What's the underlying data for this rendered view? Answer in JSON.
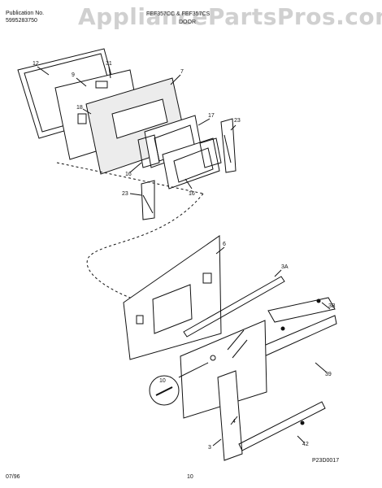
{
  "header": {
    "publication_label": "Publication No.",
    "publication_number": "5995283750",
    "model_numbers": "FEF357CC & FEF357CS",
    "section": "DOOR",
    "watermark": "AppliancePartsPros.com"
  },
  "parts": {
    "p12": "12",
    "p9": "9",
    "p31": "31",
    "p7": "7",
    "p18": "18",
    "p17": "17",
    "p23a": "23",
    "p23b": "23",
    "p16a": "16",
    "p16b": "16",
    "p6": "6",
    "p3A": "3A",
    "p3B": "3B",
    "p39": "39",
    "p10": "10",
    "p4": "4",
    "p42": "42",
    "p3": "3"
  },
  "diagram_code": "P23D0017",
  "footer": {
    "date": "07/96",
    "page": "10"
  }
}
